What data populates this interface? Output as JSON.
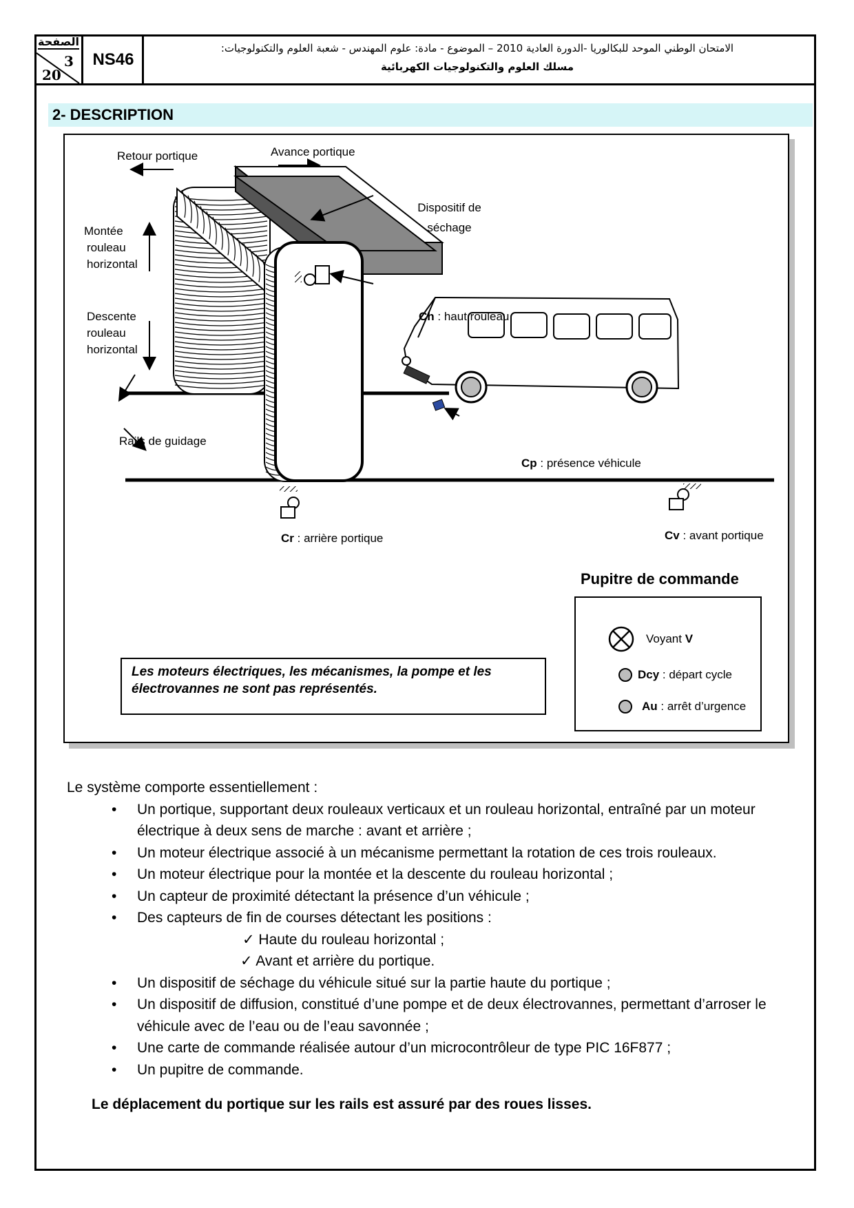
{
  "header": {
    "page_label": "الصفحة",
    "page_current": "3",
    "page_total": "20",
    "code": "NS46",
    "title_line1": "الامتحان الوطني الموحد للبكالوريا -الدورة العادية 2010 – الموضوع - مادة: علوم المهندس - شعبة العلوم والتكنولوجيات:",
    "title_line2": "مسلك العلوم والتكنولوجيات الكهربائية"
  },
  "section": {
    "title": "2- DESCRIPTION"
  },
  "figure": {
    "retour_portique": "Retour portique",
    "avance_portique": "Avance portique",
    "dispositif_sechage_1": "Dispositif de",
    "dispositif_sechage_2": "séchage",
    "montee_1": "Montée",
    "montee_2": "rouleau",
    "montee_3": "horizontal",
    "descente_1": "Descente",
    "descente_2": "rouleau",
    "descente_3": "horizontal",
    "ch_code": "Ch",
    "ch_text": " : haut rouleau",
    "rails": "Rails de guidage",
    "cp_code": "Cp",
    "cp_text": " : présence véhicule",
    "cr_code": "Cr",
    "cr_text": " : arrière portique",
    "cv_code": "Cv",
    "cv_text": " : avant portique",
    "note": "Les moteurs électriques, les mécanismes, la pompe et les électrovannes ne sont pas représentés."
  },
  "panel": {
    "title": "Pupitre de commande",
    "voyant_label": "Voyant ",
    "voyant_code": "V",
    "dcy_code": "Dcy",
    "dcy_text": " : départ cycle",
    "au_code": "Au",
    "au_text": " : arrêt d’urgence"
  },
  "body": {
    "intro": "Le système comporte essentiellement :",
    "bullets": [
      "Un portique, supportant deux rouleaux verticaux et un rouleau horizontal, entraîné par un moteur électrique à deux sens de marche : avant et arrière ;",
      "Un moteur électrique associé à un mécanisme permettant la rotation de ces trois rouleaux.",
      "Un moteur électrique pour la montée et la descente du rouleau horizontal ;",
      "Un capteur de proximité  détectant la présence d’un véhicule ;",
      "Des capteurs de fin de courses détectant les positions :",
      "Un dispositif de séchage  du véhicule situé sur la partie haute du portique ;",
      "Un dispositif de diffusion, constitué d’une pompe et de deux électrovannes, permettant d’arroser le véhicule avec de l’eau ou de l’eau savonnée ;",
      "Une carte de commande réalisée autour d’un microcontrôleur de type  PIC 16F877 ;",
      "Un pupitre de commande."
    ],
    "checks": [
      "✓ Haute du rouleau horizontal ;",
      "✓ Avant et arrière du portique."
    ],
    "footer": "Le déplacement du portique sur les  rails est assuré par des roues lisses."
  }
}
